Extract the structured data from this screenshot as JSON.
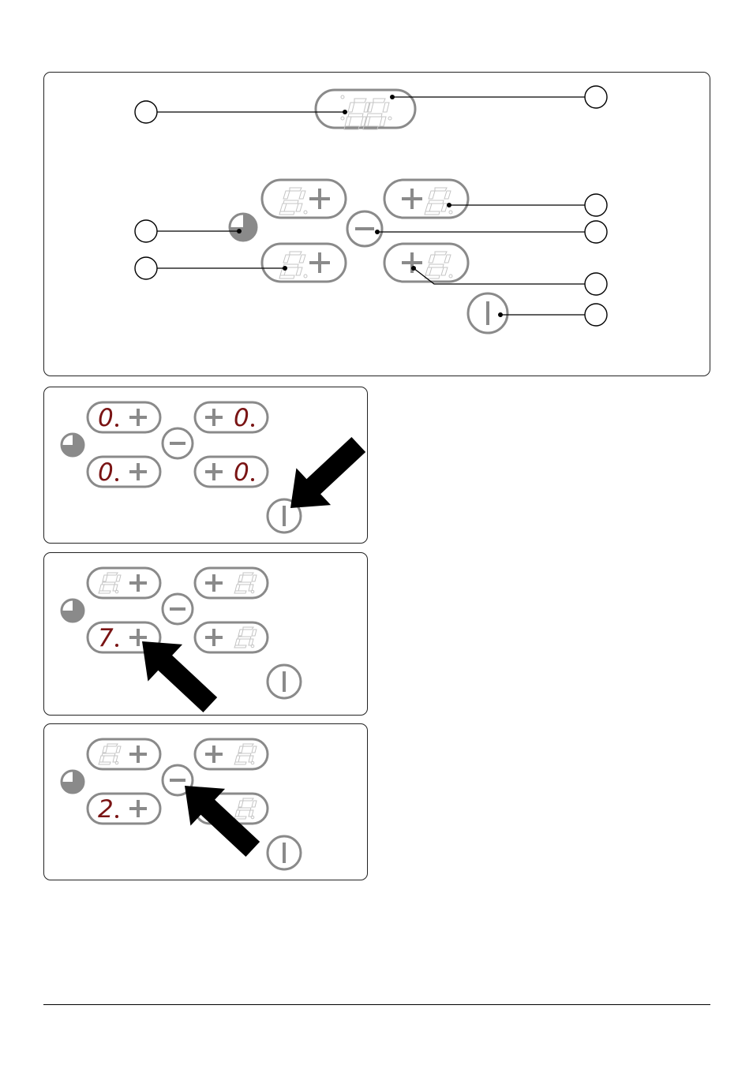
{
  "diagram": {
    "overview": {
      "callouts": [
        "",
        "",
        "",
        "",
        "",
        "",
        "",
        ""
      ]
    },
    "step1": {
      "displays": {
        "front_left": "0",
        "front_right": "0",
        "rear_left": "0",
        "rear_right": "0"
      },
      "arrow_target": "power-button"
    },
    "step2": {
      "displays": {
        "front_left": "",
        "front_right": "",
        "rear_left": "7",
        "rear_right": ""
      },
      "arrow_target": "rear-left-plus-button"
    },
    "step3": {
      "displays": {
        "front_left": "",
        "front_right": "",
        "rear_left": "2",
        "rear_right": ""
      },
      "arrow_target": "minus-button"
    },
    "colors": {
      "outline": "#8a8a8a",
      "segment_off": "#c4c4c4",
      "digit_on": "#7a1414",
      "callout": "#000000"
    }
  }
}
